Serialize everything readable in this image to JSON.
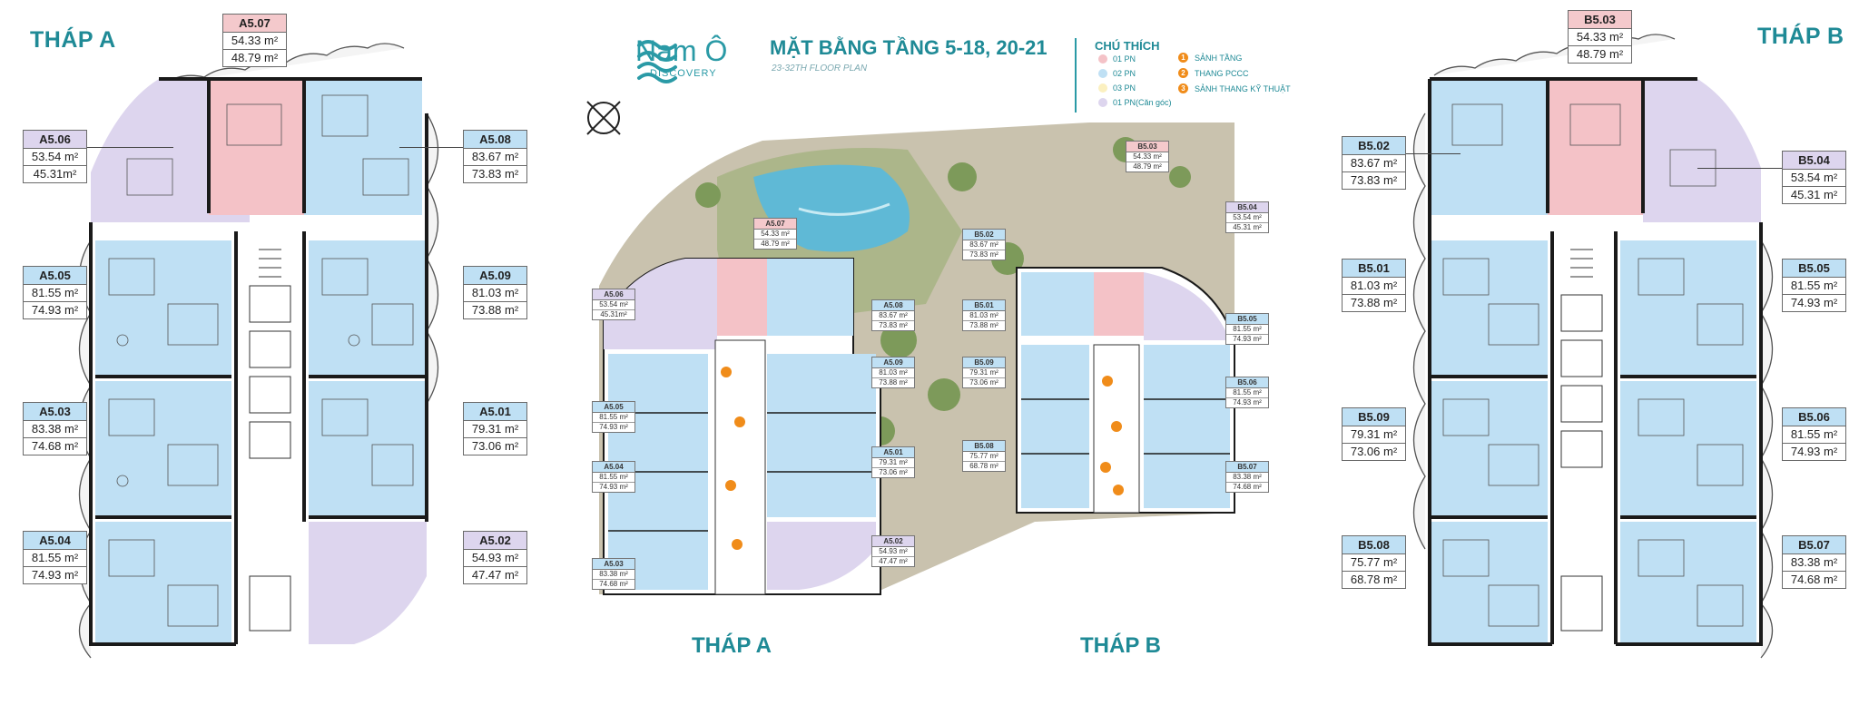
{
  "header": {
    "brand_name": "Nam Ô",
    "brand_sub": "DISCOVERY",
    "title": "MẶT BẰNG TẦNG 5-18, 20-21",
    "subtitle": "23-32TH FLOOR PLAN"
  },
  "legend": {
    "title": "CHÚ THÍCH",
    "unit_types": [
      {
        "label": "01 PN",
        "color": "#f4c2c7"
      },
      {
        "label": "02 PN",
        "color": "#bfe0f4"
      },
      {
        "label": "03 PN",
        "color": "#fbf0c0"
      },
      {
        "label": "01 PN(Căn góc)",
        "color": "#ddd5ee"
      }
    ],
    "markers": [
      {
        "num": "1",
        "label": "SẢNH TẦNG"
      },
      {
        "num": "2",
        "label": "THANG PCCC"
      },
      {
        "num": "3",
        "label": "SẢNH THANG KỸ THUẬT"
      }
    ],
    "marker_color": "#f08c1a"
  },
  "towers": {
    "a_title": "THÁP A",
    "b_title": "THÁP B"
  },
  "tower_a_units": [
    {
      "code": "A5.07",
      "a1": "54.33 m²",
      "a2": "48.79 m²",
      "type": "pink"
    },
    {
      "code": "A5.06",
      "a1": "53.54 m²",
      "a2": "45.31m²",
      "type": "purple"
    },
    {
      "code": "A5.08",
      "a1": "83.67 m²",
      "a2": "73.83 m²",
      "type": "blue"
    },
    {
      "code": "A5.05",
      "a1": "81.55 m²",
      "a2": "74.93 m²",
      "type": "blue"
    },
    {
      "code": "A5.09",
      "a1": "81.03 m²",
      "a2": "73.88 m²",
      "type": "blue"
    },
    {
      "code": "A5.03",
      "a1": "83.38 m²",
      "a2": "74.68 m²",
      "type": "blue"
    },
    {
      "code": "A5.01",
      "a1": "79.31 m²",
      "a2": "73.06 m²",
      "type": "blue"
    },
    {
      "code": "A5.04",
      "a1": "81.55 m²",
      "a2": "74.93 m²",
      "type": "blue"
    },
    {
      "code": "A5.02",
      "a1": "54.93 m²",
      "a2": "47.47 m²",
      "type": "purple"
    }
  ],
  "tower_b_units": [
    {
      "code": "B5.03",
      "a1": "54.33 m²",
      "a2": "48.79 m²",
      "type": "pink"
    },
    {
      "code": "B5.02",
      "a1": "83.67 m²",
      "a2": "73.83 m²",
      "type": "blue"
    },
    {
      "code": "B5.04",
      "a1": "53.54 m²",
      "a2": "45.31 m²",
      "type": "purple"
    },
    {
      "code": "B5.01",
      "a1": "81.03 m²",
      "a2": "73.88 m²",
      "type": "blue"
    },
    {
      "code": "B5.05",
      "a1": "81.55 m²",
      "a2": "74.93 m²",
      "type": "blue"
    },
    {
      "code": "B5.09",
      "a1": "79.31 m²",
      "a2": "73.06 m²",
      "type": "blue"
    },
    {
      "code": "B5.06",
      "a1": "81.55 m²",
      "a2": "74.93 m²",
      "type": "blue"
    },
    {
      "code": "B5.08",
      "a1": "75.77 m²",
      "a2": "68.78 m²",
      "type": "blue"
    },
    {
      "code": "B5.07",
      "a1": "83.38 m²",
      "a2": "74.68 m²",
      "type": "blue"
    }
  ],
  "site_units": [
    {
      "code": "A5.07",
      "a1": "54.33 m²",
      "a2": "48.79 m²",
      "type": "pink"
    },
    {
      "code": "A5.06",
      "a1": "53.54 m²",
      "a2": "45.31m²",
      "type": "purple"
    },
    {
      "code": "A5.08",
      "a1": "83.67 m²",
      "a2": "73.83 m²",
      "type": "blue"
    },
    {
      "code": "A5.05",
      "a1": "81.55 m²",
      "a2": "74.93 m²",
      "type": "blue"
    },
    {
      "code": "A5.09",
      "a1": "81.03 m²",
      "a2": "73.88 m²",
      "type": "blue"
    },
    {
      "code": "A5.04",
      "a1": "81.55 m²",
      "a2": "74.93 m²",
      "type": "blue"
    },
    {
      "code": "A5.01",
      "a1": "79.31 m²",
      "a2": "73.06 m²",
      "type": "blue"
    },
    {
      "code": "A5.02",
      "a1": "54.93 m²",
      "a2": "47.47 m²",
      "type": "purple"
    },
    {
      "code": "A5.03",
      "a1": "83.38 m²",
      "a2": "74.68 m²",
      "type": "blue"
    },
    {
      "code": "B5.02",
      "a1": "83.67 m²",
      "a2": "73.83 m²",
      "type": "blue"
    },
    {
      "code": "B5.03",
      "a1": "54.33 m²",
      "a2": "48.79 m²",
      "type": "pink"
    },
    {
      "code": "B5.04",
      "a1": "53.54 m²",
      "a2": "45.31 m²",
      "type": "purple"
    },
    {
      "code": "B5.01",
      "a1": "81.03 m²",
      "a2": "73.88 m²",
      "type": "blue"
    },
    {
      "code": "B5.09",
      "a1": "79.31 m²",
      "a2": "73.06 m²",
      "type": "blue"
    },
    {
      "code": "B5.05",
      "a1": "81.55 m²",
      "a2": "74.93 m²",
      "type": "blue"
    },
    {
      "code": "B5.06",
      "a1": "81.55 m²",
      "a2": "74.93 m²",
      "type": "blue"
    },
    {
      "code": "B5.08",
      "a1": "75.77 m²",
      "a2": "68.78 m²",
      "type": "blue"
    },
    {
      "code": "B5.07",
      "a1": "83.38 m²",
      "a2": "74.68 m²",
      "type": "blue"
    }
  ],
  "colors": {
    "accent": "#1f8a96",
    "unit_blue": "#bfe0f4",
    "unit_pink": "#f4c2c7",
    "unit_purple": "#ddd5ee",
    "wall": "#1a1a1a",
    "pool": "#5fb9d6",
    "garden": "#9fb07a"
  }
}
